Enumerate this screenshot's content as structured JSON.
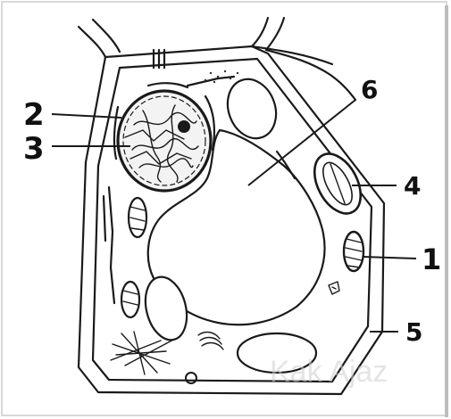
{
  "diagram": {
    "labels": {
      "l1": "1",
      "l2": "2",
      "l3": "3",
      "l4": "4",
      "l5": "5",
      "l6": "6"
    },
    "watermark": "Kak Ajaz"
  }
}
